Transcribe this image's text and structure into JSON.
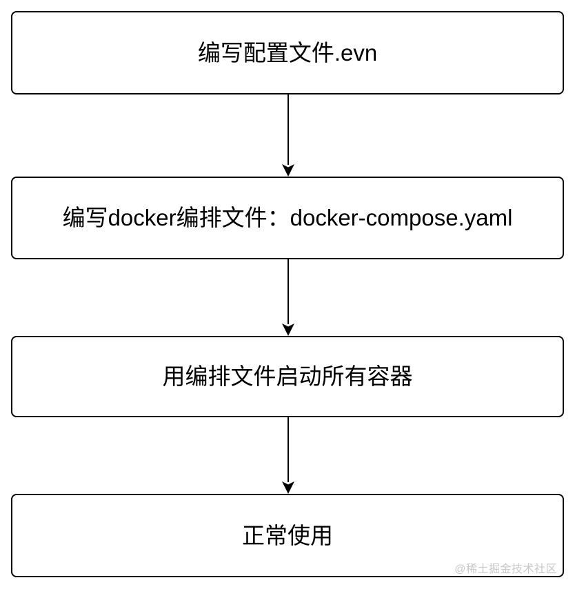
{
  "diagram": {
    "type": "flowchart",
    "direction": "top-down",
    "nodes": [
      {
        "id": "node-1",
        "label": "编写配置文件.evn"
      },
      {
        "id": "node-2",
        "label": "编写docker编排文件：docker-compose.yaml"
      },
      {
        "id": "node-3",
        "label": "用编排文件启动所有容器"
      },
      {
        "id": "node-4",
        "label": "正常使用"
      }
    ],
    "edges": [
      {
        "from": "node-1",
        "to": "node-2"
      },
      {
        "from": "node-2",
        "to": "node-3"
      },
      {
        "from": "node-3",
        "to": "node-4"
      }
    ],
    "colors": {
      "background": "#ffffff",
      "node_border": "#000000",
      "node_fill": "#ffffff",
      "text": "#000000",
      "arrow": "#000000",
      "watermark": "#c8c8c8"
    }
  },
  "watermark": {
    "text": "@稀土掘金技术社区"
  }
}
